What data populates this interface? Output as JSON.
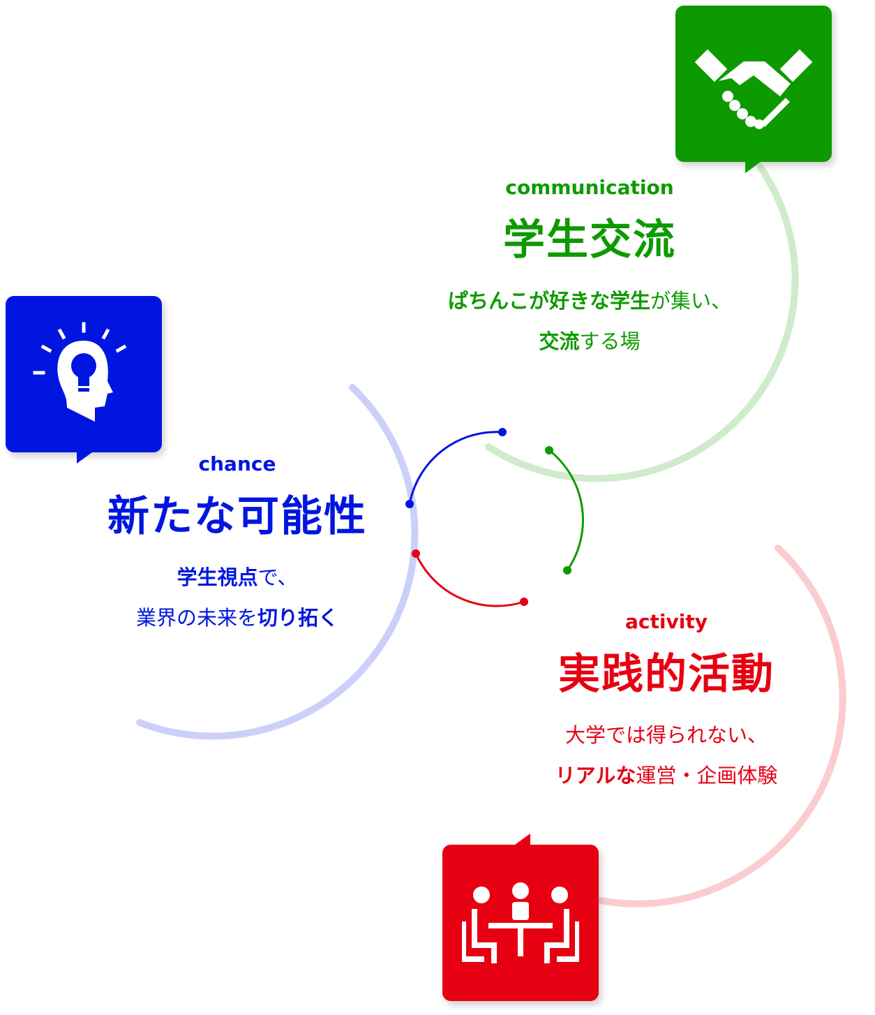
{
  "colors": {
    "green": "#0d9a00",
    "blue": "#0016e0",
    "red": "#e60012"
  },
  "communication": {
    "label": "communication",
    "title": "学生交流",
    "desc_line1": [
      {
        "t": "ぱちんこが好きな学生",
        "b": true
      },
      {
        "t": "が集い、",
        "b": false
      }
    ],
    "desc_line2": [
      {
        "t": "交流",
        "b": true
      },
      {
        "t": "する場",
        "b": false
      }
    ],
    "icon": "handshake-icon"
  },
  "chance": {
    "label": "chance",
    "title": "新たな可能性",
    "desc_line1": [
      {
        "t": "学生視点",
        "b": true
      },
      {
        "t": "で、",
        "b": false
      }
    ],
    "desc_line2": [
      {
        "t": "業界の未来を",
        "b": false
      },
      {
        "t": "切り拓く",
        "b": true
      }
    ],
    "icon": "lightbulb-head-icon"
  },
  "activity": {
    "label": "activity",
    "title": "実践的活動",
    "desc_line1": [
      {
        "t": "大学では得られない、",
        "b": false
      }
    ],
    "desc_line2": [
      {
        "t": "リアルな",
        "b": true
      },
      {
        "t": "運営・企画体験",
        "b": false
      }
    ],
    "icon": "meeting-icon"
  }
}
